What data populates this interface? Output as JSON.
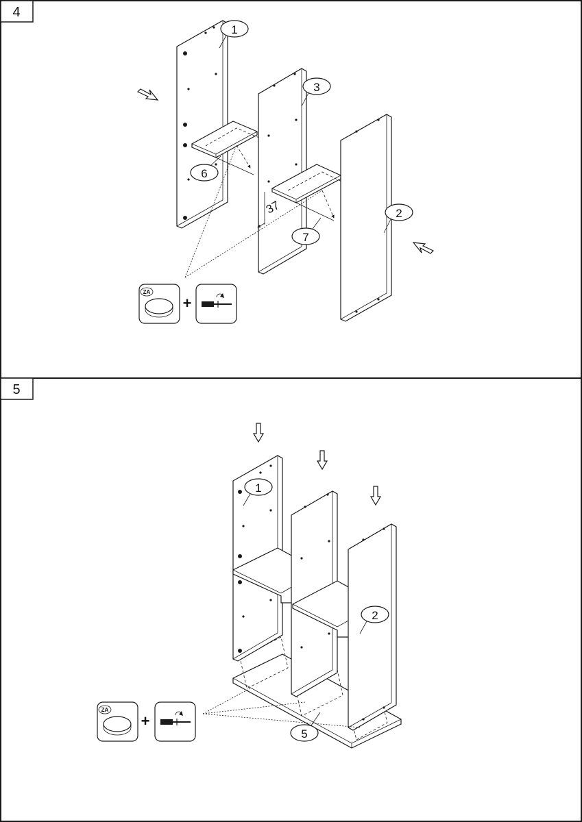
{
  "steps": [
    {
      "number": "4",
      "callouts": [
        "1",
        "3",
        "6",
        "2",
        "7"
      ],
      "dimension": "37",
      "tool_tag": "ZA",
      "plus": "+"
    },
    {
      "number": "5",
      "callouts": [
        "1",
        "2",
        "5"
      ],
      "tool_tag": "ZA",
      "plus": "+"
    }
  ],
  "icons": [
    "cam-lock-disc-icon",
    "screwdriver-icon",
    "insert-arrow-icon"
  ]
}
